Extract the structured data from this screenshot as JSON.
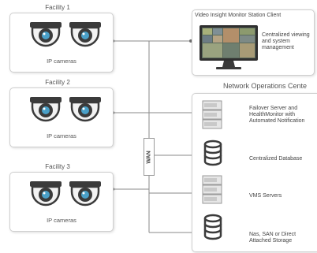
{
  "facilities": [
    {
      "label": "Facility 1",
      "caption": "IP cameras"
    },
    {
      "label": "Facility 2",
      "caption": "IP cameras"
    },
    {
      "label": "Facility 3",
      "caption": "IP cameras"
    }
  ],
  "wan_label": "WAN",
  "monitor_station": {
    "title": "Video Insight Monitor Station Client",
    "description_line1": "Centralized viewing",
    "description_line2": "and system",
    "description_line3": "management"
  },
  "noc": {
    "title": "Network Operations Cente",
    "items": [
      {
        "icon": "server-stack-icon",
        "line1": "Failover Server and",
        "line2": "HealthMonitor with",
        "line3": "Automated Notification"
      },
      {
        "icon": "database-icon",
        "line1": "Centralized Database",
        "line2": "",
        "line3": ""
      },
      {
        "icon": "server-stack-icon",
        "line1": "VMS Servers",
        "line2": "",
        "line3": ""
      },
      {
        "icon": "database-icon",
        "line1": "Nas, SAN or Direct",
        "line2": "Attached Storage",
        "line3": ""
      }
    ]
  },
  "colors": {
    "line": "#8a8a8a",
    "box_border": "#cfcfcf",
    "camera": "#3b3b3b",
    "lens": "#4aa0c8"
  }
}
